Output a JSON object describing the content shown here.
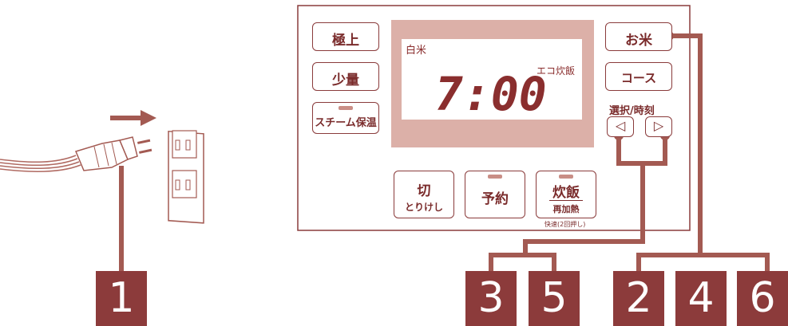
{
  "colors": {
    "accent": "#8c3b3b",
    "accent_light": "#c98e86",
    "lcd_bg": "#ffffff",
    "lcd_frame": "#dcb0a8"
  },
  "panel": {
    "buttons": {
      "gokujo": "極上",
      "shoryo": "少量",
      "steam_hoon": "スチーム保温",
      "okome": "お米",
      "course": "コース",
      "select_time": "選択/時刻",
      "left_arrow": "◁",
      "right_arrow": "▷",
      "kiri_main": "切",
      "kiri_sub": "とりけし",
      "yoyaku": "予約",
      "suihan_main": "炊飯",
      "suihan_sub": "再加熱"
    },
    "note_fast": "快速(2回押し)",
    "display": {
      "rice_type": "白米",
      "mode": "エコ炊飯",
      "time": "7:00"
    }
  },
  "badges": [
    "1",
    "3",
    "5",
    "2",
    "4",
    "6"
  ],
  "icons": [
    "plug-icon",
    "outlet-icon",
    "arrow-right-icon"
  ]
}
